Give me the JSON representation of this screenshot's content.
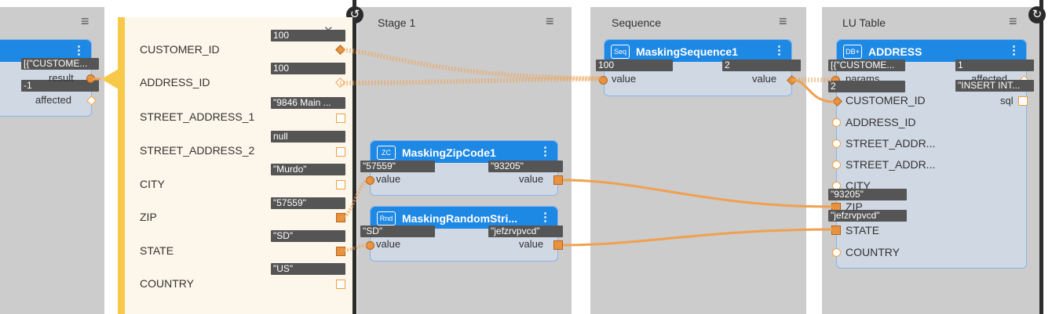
{
  "stages": [
    {
      "title": "",
      "menu": "≡"
    },
    {
      "title": "Stage 1",
      "menu": "≡"
    },
    {
      "title": "Sequence",
      "menu": "≡"
    },
    {
      "title": "LU Table",
      "menu": "≡"
    }
  ],
  "left_node": {
    "tips": [
      "[{\"CUSTOME...",
      "-1"
    ],
    "ports": [
      "result",
      "affected"
    ]
  },
  "input_table": {
    "fields": [
      "CUSTOMER_ID",
      "ADDRESS_ID",
      "STREET_ADDRESS_1",
      "STREET_ADDRESS_2",
      "CITY",
      "ZIP",
      "STATE",
      "COUNTRY"
    ],
    "values": [
      "100",
      "100",
      "\"9846 Main ...",
      "null",
      "\"Murdo\"",
      "\"57559\"",
      "\"SD\"",
      "\"US\""
    ],
    "close": "✕"
  },
  "zip_node": {
    "badge": "ZC",
    "title": "MaskingZipCode1",
    "in_label": "value",
    "out_label": "value",
    "in_tip": "\"57559\"",
    "out_tip": "\"93205\""
  },
  "rnd_node": {
    "badge": "Rnd",
    "title": "MaskingRandomStri...",
    "in_label": "value",
    "out_label": "value",
    "in_tip": "\"SD\"",
    "out_tip": "\"jefzrvpvcd\""
  },
  "seq_node": {
    "badge": "Seq",
    "title": "MaskingSequence1",
    "in_label": "value",
    "out_label": "value",
    "in_tip": "100",
    "out_tip": "2"
  },
  "lu_node": {
    "badge": "DB+",
    "title": "ADDRESS",
    "params_label": "params",
    "affected_label": "affected",
    "sql_label": "sql",
    "tip_params": "[{\"CUSTOME...",
    "tip_affected": "1",
    "tip_sql": "\"INSERT INT...",
    "tip_customer": "2",
    "tip_zip": "\"93205\"",
    "tip_state": "\"jefzrvpvcd\"",
    "fields": [
      "CUSTOMER_ID",
      "ADDRESS_ID",
      "STREET_ADDR...",
      "STREET_ADDR...",
      "CITY",
      "ZIP",
      "STATE",
      "COUNTRY"
    ]
  },
  "colors": {
    "accent": "#1e88e5",
    "link": "#f0a050",
    "stage_bg": "#cccccc"
  }
}
